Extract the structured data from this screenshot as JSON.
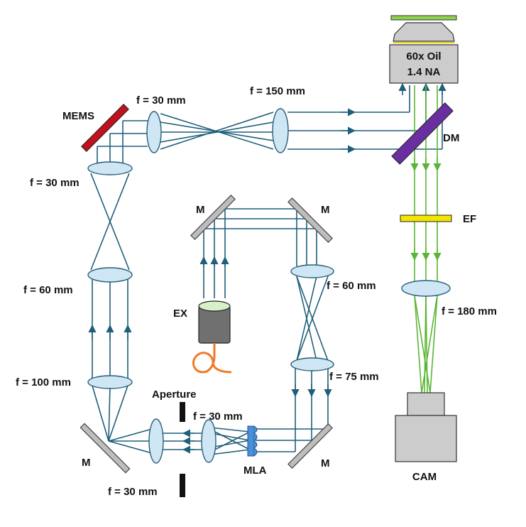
{
  "objective": {
    "line1": "60x Oil",
    "line2": "1.4 NA"
  },
  "labels": {
    "mems": "MEMS",
    "dm": "DM",
    "ef": "EF",
    "ex": "EX",
    "cam": "CAM",
    "mla": "MLA",
    "aperture": "Aperture",
    "m_top_left": "M",
    "m_top_right": "M",
    "m_bottom_left": "M",
    "m_bottom_right": "M"
  },
  "focal_lengths": {
    "lens_mems_relay": "f = 30 mm",
    "lens_tube_150": "f = 150 mm",
    "lens_left_30": "f = 30 mm",
    "lens_left_60": "f = 60 mm",
    "lens_left_100": "f = 100 mm",
    "lens_right_60": "f = 60 mm",
    "lens_right_75": "f = 75 mm",
    "lens_ap_30_top": "f = 30 mm",
    "lens_ap_30_bottom": "f = 30 mm",
    "lens_tube_180": "f = 180 mm"
  },
  "colors": {
    "excitation_ray": "#1f5f7a",
    "emission_ray": "#5bb534",
    "mems_mirror": "#c0111f",
    "dichroic": "#6a2ea0",
    "emission_filter": "#f2e600",
    "lens_fill": "#cfe6f5",
    "mla_fill": "#4a90d9",
    "fiber": "#f07a2a",
    "mirror_gray": "#bdbdbd",
    "camera_gray": "#cccccc",
    "ex_body": "#707070",
    "ex_window": "#d8f0c8"
  }
}
